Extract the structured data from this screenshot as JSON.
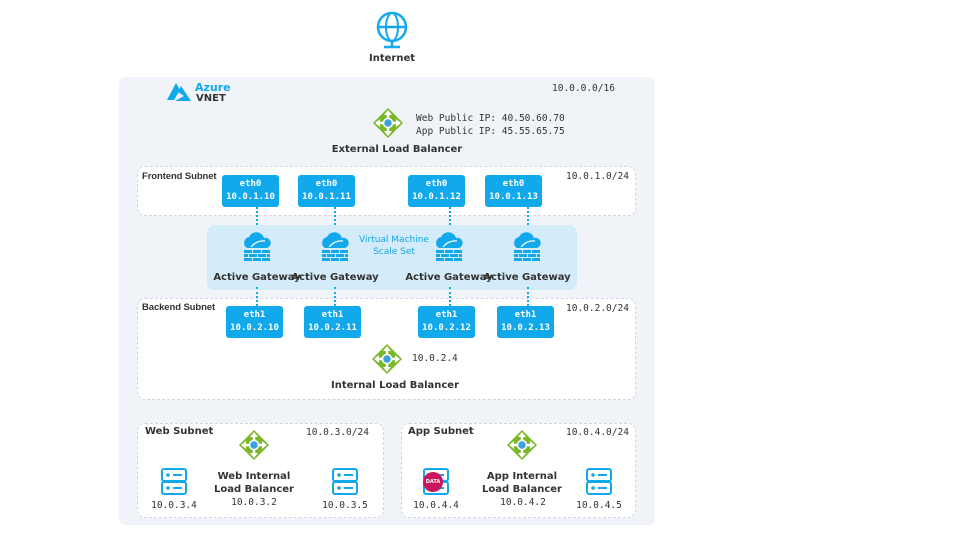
{
  "internet": {
    "label": "Internet",
    "icon": "globe-icon"
  },
  "vnet": {
    "brand": "Azure",
    "name": "VNET",
    "cidr": "10.0.0.0/16"
  },
  "external_lb": {
    "label": "External Load Balancer",
    "web_ip": "Web Public IP: 40.50.60.70",
    "app_ip": "App Public IP: 45.55.65.75"
  },
  "frontend": {
    "label": "Frontend Subnet",
    "cidr": "10.0.1.0/24",
    "nics": [
      {
        "name": "eth0",
        "ip": "10.0.1.10"
      },
      {
        "name": "eth0",
        "ip": "10.0.1.11"
      },
      {
        "name": "eth0",
        "ip": "10.0.1.12"
      },
      {
        "name": "eth0",
        "ip": "10.0.1.13"
      }
    ]
  },
  "vmss": {
    "line1": "Virtual Machine",
    "line2": "Scale Set",
    "gateways": [
      "Active Gateway",
      "Active Gateway",
      "Active Gateway",
      "Active Gateway"
    ]
  },
  "backend": {
    "label": "Backend Subnet",
    "cidr": "10.0.2.0/24",
    "nics": [
      {
        "name": "eth1",
        "ip": "10.0.2.10"
      },
      {
        "name": "eth1",
        "ip": "10.0.2.11"
      },
      {
        "name": "eth1",
        "ip": "10.0.2.12"
      },
      {
        "name": "eth1",
        "ip": "10.0.2.13"
      }
    ],
    "ilb": {
      "label": "Internal Load Balancer",
      "ip": "10.0.2.4"
    }
  },
  "web": {
    "label": "Web Subnet",
    "cidr": "10.0.3.0/24",
    "lb_line1": "Web Internal",
    "lb_line2": "Load Balancer",
    "lb_ip": "10.0.3.2",
    "servers": [
      "10.0.3.4",
      "10.0.3.5"
    ]
  },
  "app": {
    "label": "App Subnet",
    "cidr": "10.0.4.0/24",
    "lb_line1": "App Internal",
    "lb_line2": "Load Balancer",
    "lb_ip": "10.0.4.2",
    "servers": [
      "10.0.4.4",
      "10.0.4.5"
    ],
    "data_badge": "DATA"
  },
  "colors": {
    "accent": "#12a8ec",
    "lb_green": "#7ab828",
    "data_badge": "#c8175d"
  }
}
